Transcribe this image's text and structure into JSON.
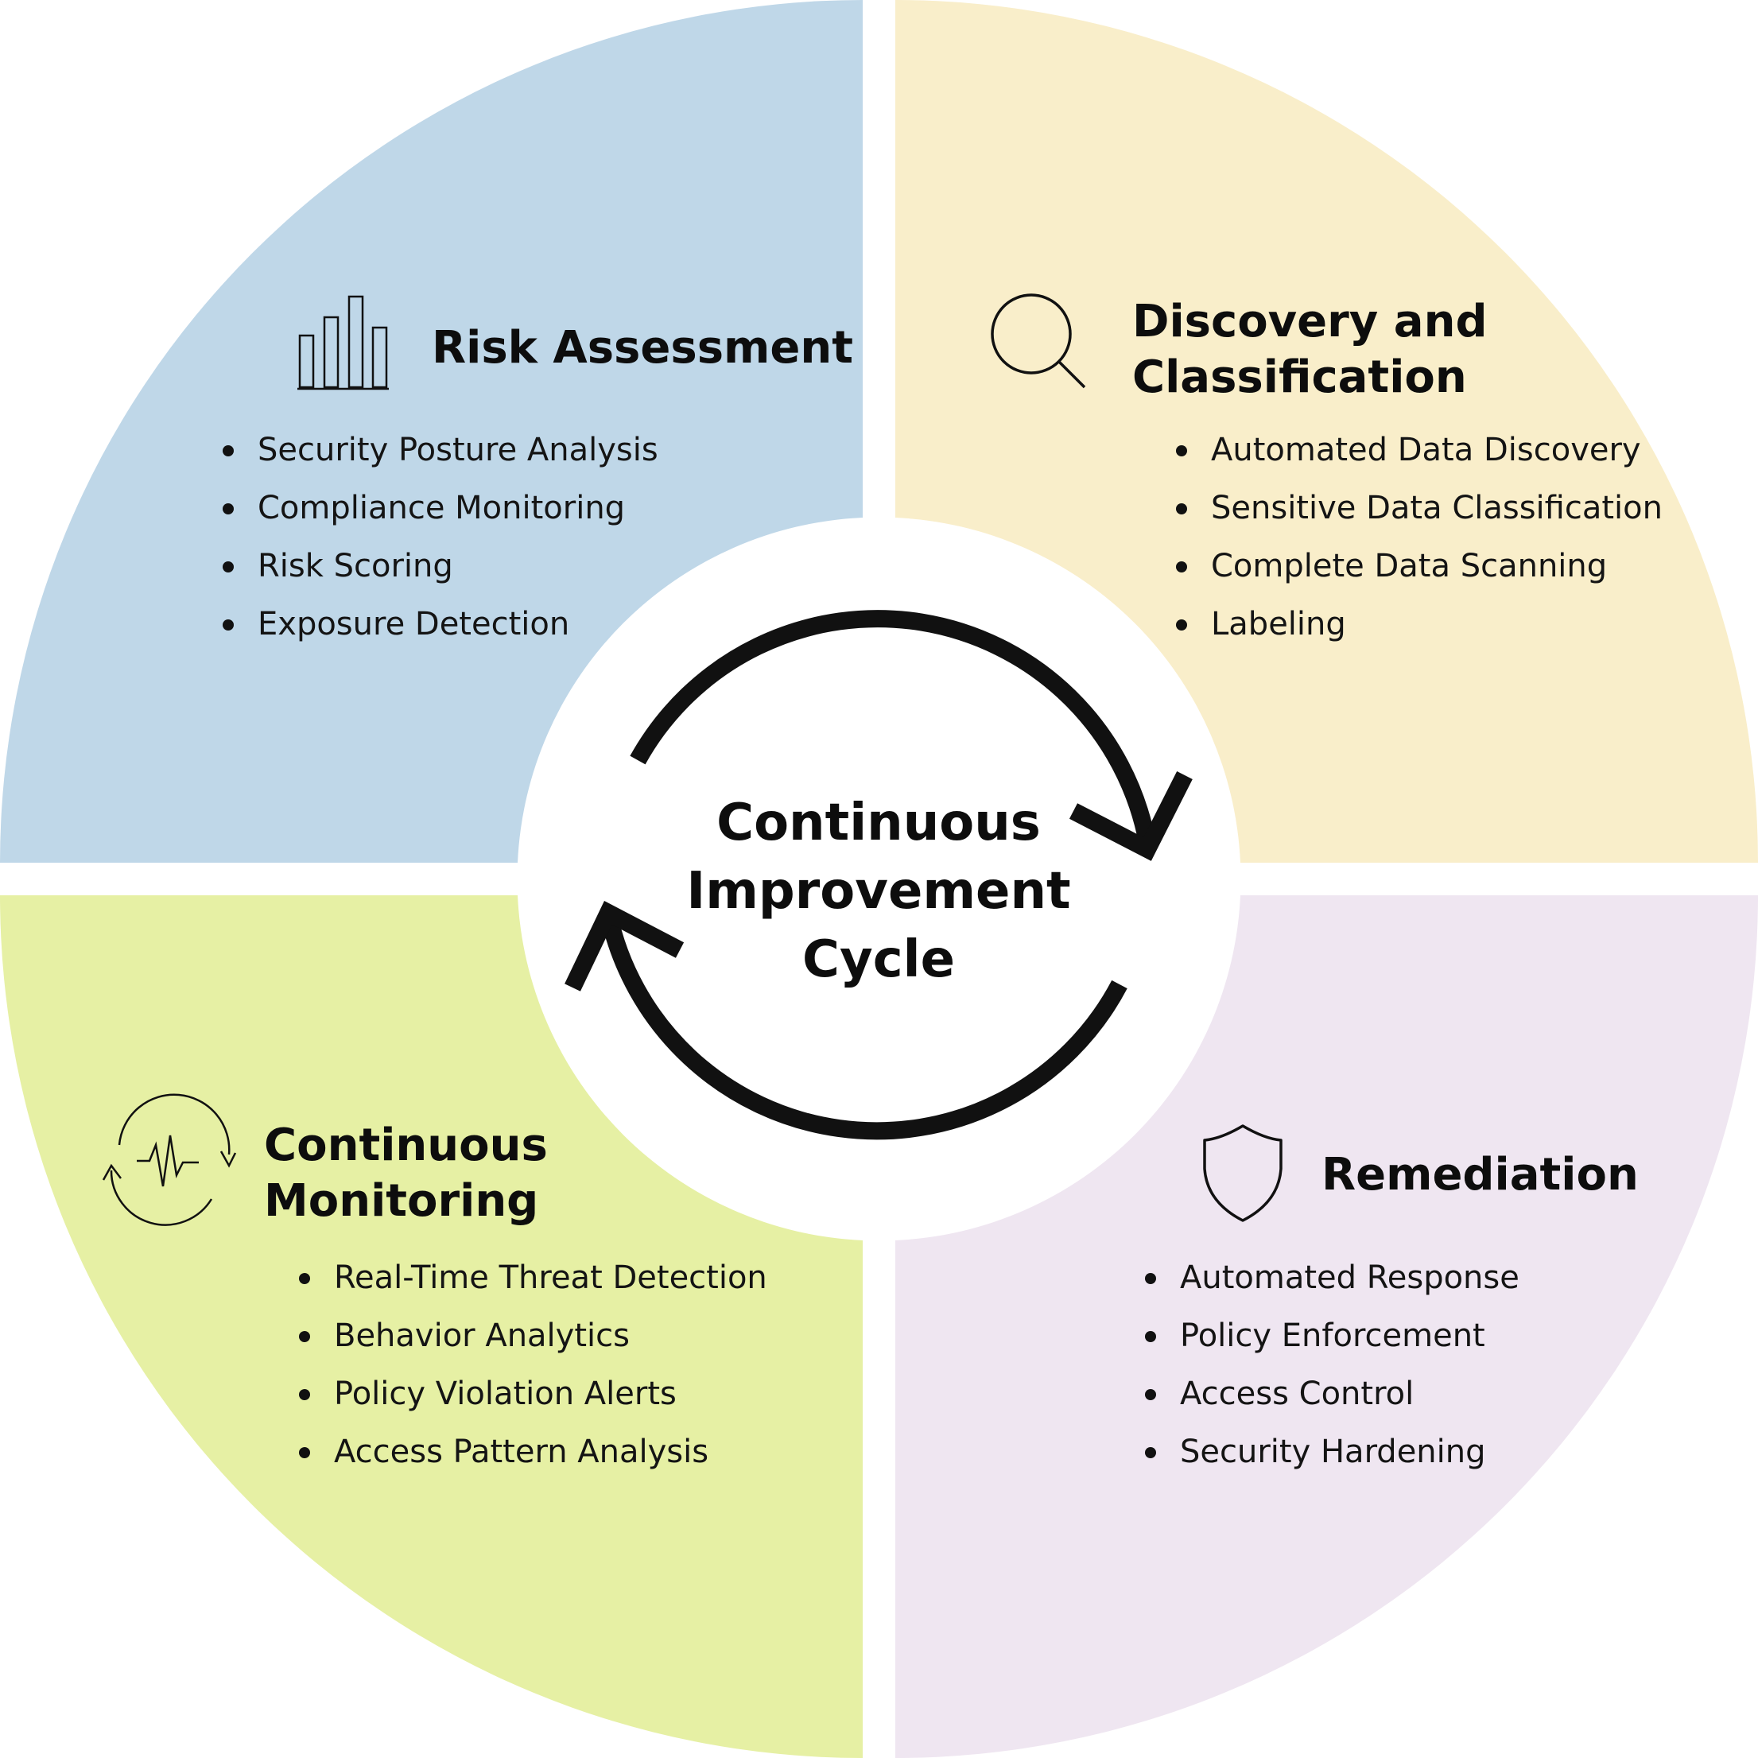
{
  "colors": {
    "risk_assessment": "#bfd7e8",
    "discovery_classification": "#f9eeca",
    "continuous_monitoring": "#e6f0a4",
    "remediation": "#efe6f1",
    "ink": "#111111",
    "background": "#ffffff"
  },
  "center": {
    "title_lines": [
      "Continuous",
      "Improvement",
      "Cycle"
    ]
  },
  "quadrants": {
    "risk_assessment": {
      "icon": "bar-chart-icon",
      "title_lines": [
        "Risk Assessment"
      ],
      "items": [
        "Security Posture Analysis",
        "Compliance Monitoring",
        "Risk Scoring",
        "Exposure Detection"
      ]
    },
    "discovery_classification": {
      "icon": "magnifier-icon",
      "title_lines": [
        "Discovery and",
        "Classification"
      ],
      "items": [
        "Automated Data Discovery",
        "Sensitive Data Classification",
        "Complete Data Scanning",
        "Labeling"
      ]
    },
    "continuous_monitoring": {
      "icon": "heartbeat-cycle-icon",
      "title_lines": [
        "Continuous",
        "Monitoring"
      ],
      "items": [
        "Real-Time Threat Detection",
        "Behavior Analytics",
        "Policy Violation Alerts",
        "Access Pattern Analysis"
      ]
    },
    "remediation": {
      "icon": "shield-icon",
      "title_lines": [
        "Remediation"
      ],
      "items": [
        "Automated Response",
        "Policy Enforcement",
        "Access Control",
        "Security Hardening"
      ]
    }
  }
}
